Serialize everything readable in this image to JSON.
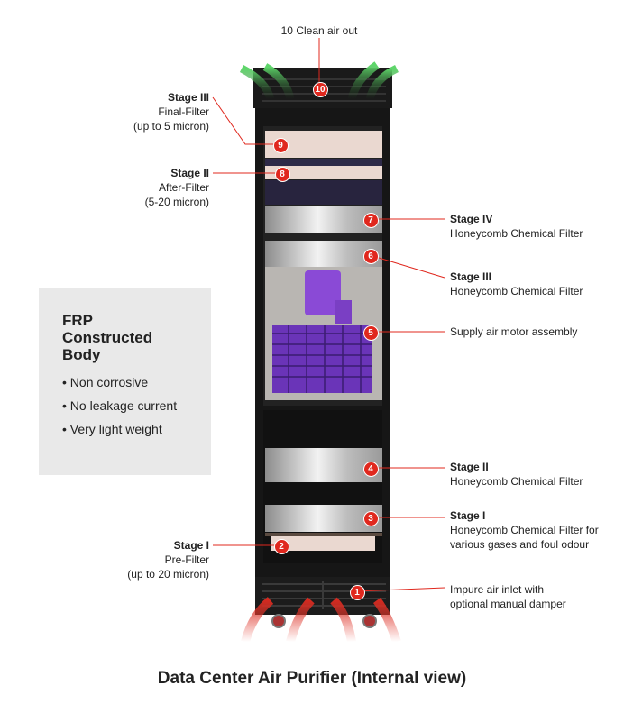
{
  "top_label": "10 Clean air out",
  "callouts_left": [
    {
      "title": "Stage III",
      "line1": "Final-Filter",
      "line2": "(up to 5 micron)",
      "marker": "9"
    },
    {
      "title": "Stage II",
      "line1": "After-Filter",
      "line2": "(5-20 micron)",
      "marker": "8"
    },
    {
      "title": "Stage I",
      "line1": "Pre-Filter",
      "line2": "(up to 20 micron)",
      "marker": "2"
    }
  ],
  "callouts_right": [
    {
      "title": "Stage IV",
      "line1": "Honeycomb Chemical Filter",
      "marker": "7"
    },
    {
      "title": "Stage III",
      "line1": "Honeycomb Chemical Filter",
      "marker": "6"
    },
    {
      "title": "",
      "line1": "Supply air motor assembly",
      "marker": "5"
    },
    {
      "title": "Stage II",
      "line1": "Honeycomb Chemical Filter",
      "marker": "4"
    },
    {
      "title": "Stage I",
      "line1": "Honeycomb Chemical Filter for",
      "line2": "various gases and foul odour",
      "marker": "3"
    },
    {
      "title": "",
      "line1": "Impure air inlet with",
      "line2": "optional manual damper",
      "marker": "1"
    }
  ],
  "top_marker": "10",
  "feature_box": {
    "heading_1": "FRP",
    "heading_2": "Constructed",
    "heading_3": "Body",
    "items": [
      "• Non corrosive",
      "• No leakage current",
      "• Very light weight"
    ]
  },
  "caption": "Data Center Air Purifier (Internal view)",
  "colors": {
    "marker": "#e0281e",
    "cabinet": "#161616",
    "motor": "#7a3fc4"
  }
}
